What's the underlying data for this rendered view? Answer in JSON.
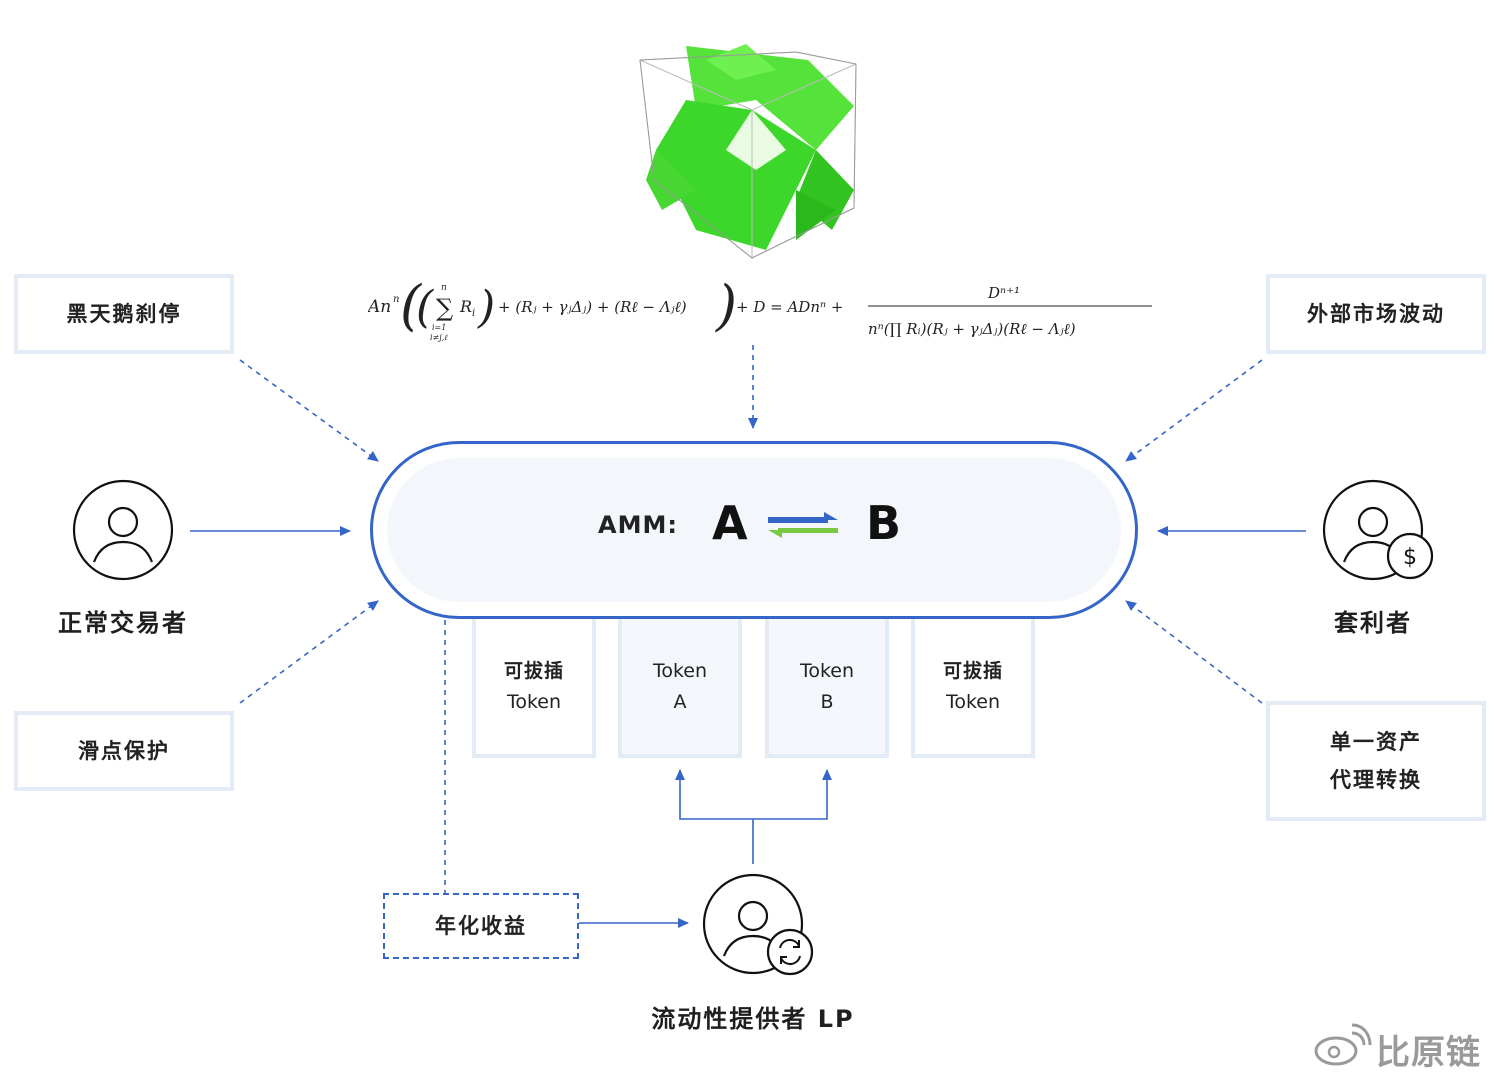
{
  "factors": {
    "black_swan": "黑天鹅刹停",
    "market_volatility": "外部市场波动",
    "slippage": "滑点保护",
    "single_asset_line1": "单一资产",
    "single_asset_line2": "代理转换",
    "apy": "年化收益"
  },
  "actors": {
    "trader": "正常交易者",
    "arbitrageur": "套利者",
    "lp": "流动性提供者 LP"
  },
  "amm": {
    "label": "AMM:",
    "token_a": "A",
    "token_b": "B"
  },
  "slots": [
    {
      "line1": "可拔插",
      "line2": "Token"
    },
    {
      "line1": "Token",
      "line2": "A"
    },
    {
      "line1": "Token",
      "line2": "B"
    },
    {
      "line1": "可拔插",
      "line2": "Token"
    }
  ],
  "formula": {
    "lhs_prefix": "An",
    "sum_term": "Σ R",
    "middle_terms": "+ (Rj + γjΔj) + (Rℓ − Λjℓ)",
    "rhs": "+ D = ADn +",
    "fraction_num": "D",
    "fraction_den": "n (∏ Ri)(Rj + γjΔj)(Rℓ − Λjℓ)"
  },
  "watermark": "比原链",
  "colors": {
    "accent_blue": "#3565c8",
    "box_border": "#e3ecf6",
    "green": "#7ac943",
    "cube_green": "#3dd62a"
  }
}
